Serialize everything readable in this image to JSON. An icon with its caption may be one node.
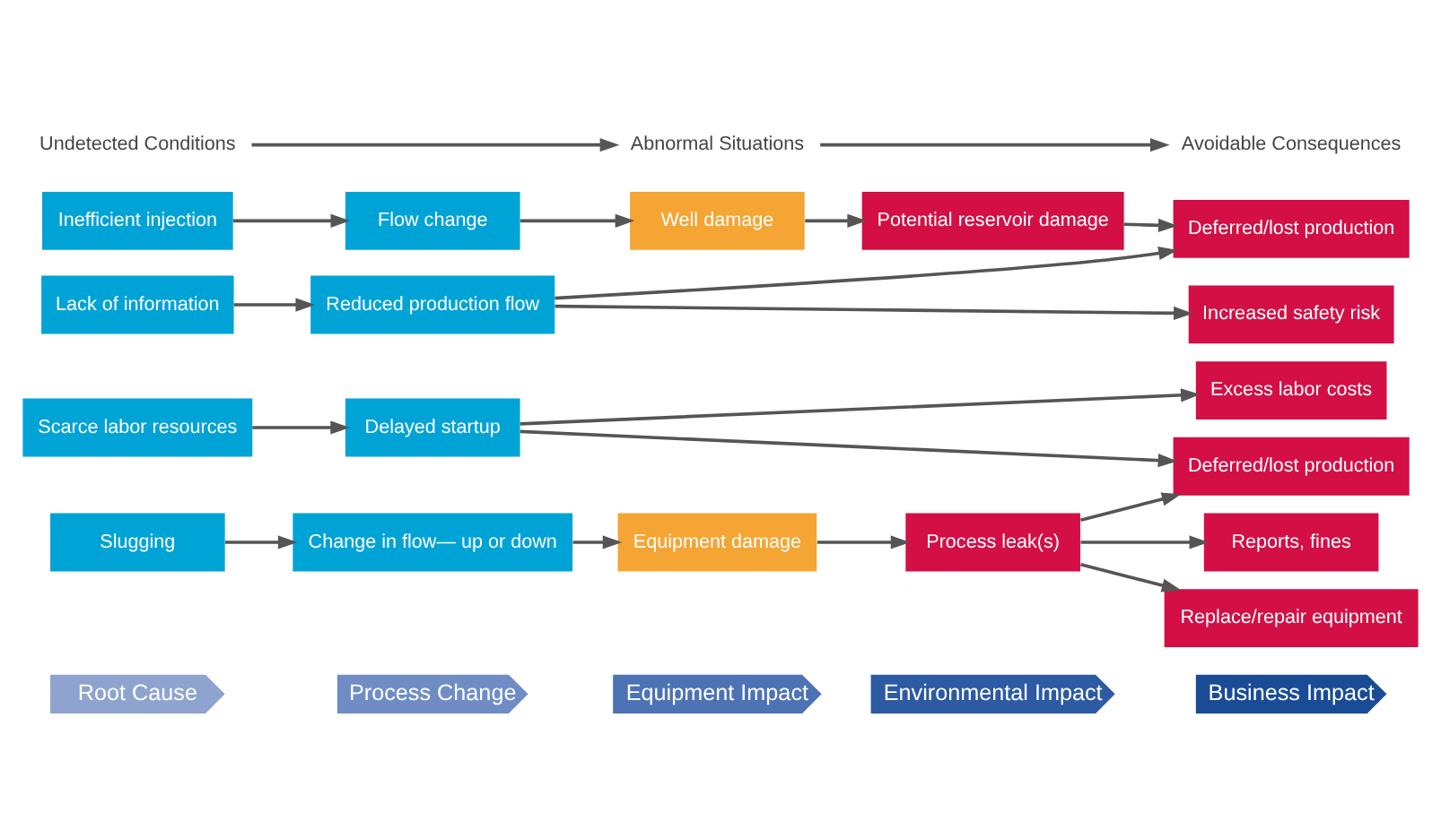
{
  "diagram": {
    "nodes": [
      {
        "text": [
          "Root Cause"
        ]
      },
      {
        "text": [
          "Process Change"
        ]
      },
      {
        "text": [
          "Equipment Impact"
        ]
      },
      {
        "text": [
          "Environmental Impact"
        ]
      },
      {
        "text": [
          "Business Impact"
        ]
      },
      {
        "text": [
          "Scarce labor resources"
        ]
      },
      {
        "text": [
          "Delayed startup"
        ]
      },
      {
        "text": [
          "Slugging"
        ]
      },
      {
        "text": [
          "Change in flow— up or down"
        ]
      },
      {
        "text": [
          "Equipment damage"
        ]
      },
      {
        "text": [
          "Process leak(s)"
        ]
      },
      {
        "text": [
          "Inefficient injection"
        ]
      },
      {
        "text": [
          "Flow change"
        ]
      },
      {
        "text": [
          "Well damage"
        ]
      },
      {
        "text": [
          "Potential reservoir damage"
        ]
      },
      {
        "text": [
          "Lack of information"
        ]
      },
      {
        "text": [
          "Reduced production flow"
        ]
      },
      {
        "text": [
          "Excess labor costs"
        ]
      },
      {
        "text": [
          "Deferred/lost production"
        ]
      },
      {
        "text": [
          "Reports, fines"
        ]
      },
      {
        "text": [
          "Replace/repair equipment"
        ]
      },
      {
        "text": [
          "Deferred/lost production"
        ]
      },
      {
        "text": [
          "Increased safety risk"
        ]
      },
      {
        "text": [
          "Undetected Conditions"
        ]
      },
      {
        "text": [
          "Abnormal Situations"
        ]
      },
      {
        "text": [
          "Avoidable Consequences"
        ]
      }
    ],
    "edges": [
      {
        "from": 5,
        "to": 6,
        "arrow": "to"
      },
      {
        "from": 6,
        "to": 17,
        "arrow": "to"
      },
      {
        "from": 6,
        "to": 18,
        "arrow": "to"
      },
      {
        "from": 7,
        "to": 8,
        "arrow": "to"
      },
      {
        "from": 8,
        "to": 9,
        "arrow": "to"
      },
      {
        "from": 9,
        "to": 10,
        "arrow": "to"
      },
      {
        "from": 10,
        "to": 18,
        "arrow": "to"
      },
      {
        "from": 10,
        "to": 19,
        "arrow": "to"
      },
      {
        "from": 10,
        "to": 20,
        "arrow": "to"
      },
      {
        "from": 11,
        "to": 12,
        "arrow": "to"
      },
      {
        "from": 12,
        "to": 13,
        "arrow": "to"
      },
      {
        "from": 13,
        "to": 14,
        "arrow": "to"
      },
      {
        "from": 14,
        "to": 21,
        "arrow": "to"
      },
      {
        "from": 15,
        "to": 16,
        "arrow": "to"
      },
      {
        "from": 16,
        "to": 21,
        "arrow": "to"
      },
      {
        "from": 16,
        "to": 22,
        "arrow": "to"
      },
      {
        "from": 23,
        "to": 24,
        "arrow": "to"
      },
      {
        "from": 24,
        "to": 25,
        "arrow": "to"
      }
    ]
  }
}
